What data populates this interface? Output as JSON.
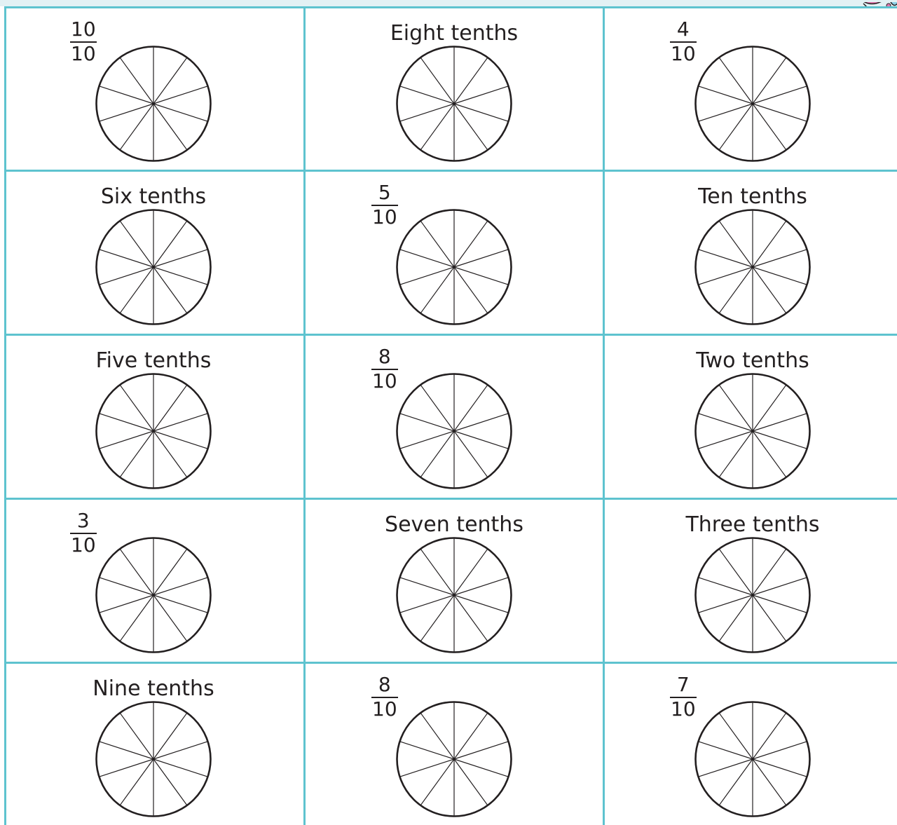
{
  "cells": [
    {
      "kind": "fraction",
      "numerator": "10",
      "denominator": "10",
      "label": "",
      "parts": 10
    },
    {
      "kind": "words",
      "numerator": "",
      "denominator": "",
      "label": "Eight tenths",
      "parts": 10
    },
    {
      "kind": "fraction",
      "numerator": "4",
      "denominator": "10",
      "label": "",
      "parts": 10
    },
    {
      "kind": "words",
      "numerator": "",
      "denominator": "",
      "label": "Six tenths",
      "parts": 10
    },
    {
      "kind": "fraction",
      "numerator": "5",
      "denominator": "10",
      "label": "",
      "parts": 10
    },
    {
      "kind": "words",
      "numerator": "",
      "denominator": "",
      "label": "Ten tenths",
      "parts": 10
    },
    {
      "kind": "words",
      "numerator": "",
      "denominator": "",
      "label": "Five tenths",
      "parts": 10
    },
    {
      "kind": "fraction",
      "numerator": "8",
      "denominator": "10",
      "label": "",
      "parts": 10
    },
    {
      "kind": "words",
      "numerator": "",
      "denominator": "",
      "label": "Two tenths",
      "parts": 10
    },
    {
      "kind": "fraction",
      "numerator": "3",
      "denominator": "10",
      "label": "",
      "parts": 10
    },
    {
      "kind": "words",
      "numerator": "",
      "denominator": "",
      "label": "Seven tenths",
      "parts": 10
    },
    {
      "kind": "words",
      "numerator": "",
      "denominator": "",
      "label": "Three tenths",
      "parts": 10
    },
    {
      "kind": "words",
      "numerator": "",
      "denominator": "",
      "label": "Nine tenths",
      "parts": 10
    },
    {
      "kind": "fraction",
      "numerator": "8",
      "denominator": "10",
      "label": "",
      "parts": 10
    },
    {
      "kind": "fraction",
      "numerator": "7",
      "denominator": "10",
      "label": "",
      "parts": 10
    }
  ],
  "colors": {
    "grid": "#5ec3cf",
    "ink": "#231f20",
    "strip": "#e3f1f4",
    "art_pink": "#e07ab0",
    "art_blue": "#8fd0e6"
  }
}
